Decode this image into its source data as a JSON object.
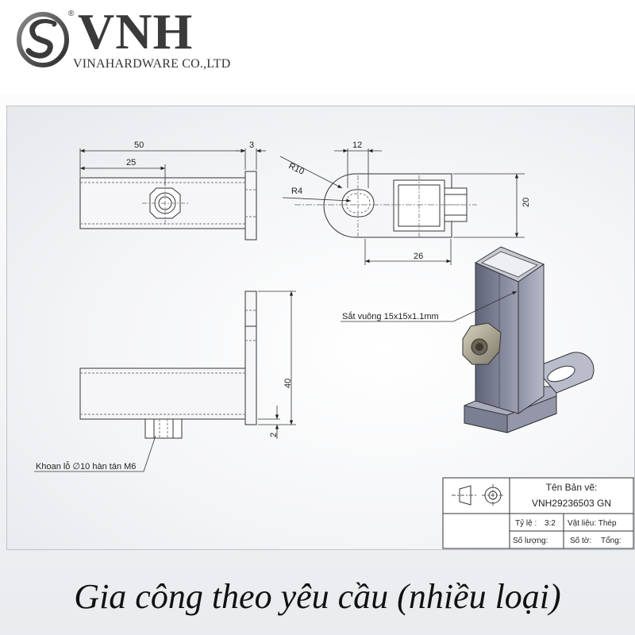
{
  "brand": {
    "registered_mark": "®",
    "name": "VNH",
    "company": "VINAHARDWARE CO.,LTD",
    "logo_icon": "swirl-s-logo-icon"
  },
  "drawing": {
    "dimensions": {
      "length_total": "50",
      "length_half": "25",
      "plate_thickness": "3",
      "slot_width": "12",
      "outer_radius": "R10",
      "slot_radius": "R4",
      "height_square": "20",
      "hole_to_tube": "26",
      "plate_height": "40",
      "gap": "2"
    },
    "notes": {
      "material_note": "Sắt vuông 15x15x1.1mm",
      "drill_note": "Khoan lỗ ∅10 hàn tán M6"
    }
  },
  "title_block": {
    "drawing_name_label": "Tên Bản vẽ:",
    "drawing_number": "VNH29236503 GN",
    "scale_label": "Tỷ lệ :",
    "scale_value": "3:2",
    "material_label": "Vật liệu: Thép",
    "quantity_label": "Số lượng:",
    "sheet_label": "Số tờ:",
    "total_label": "Tổng:"
  },
  "footer": {
    "caption": "Gia công theo yêu cầu (nhiều loại)"
  }
}
